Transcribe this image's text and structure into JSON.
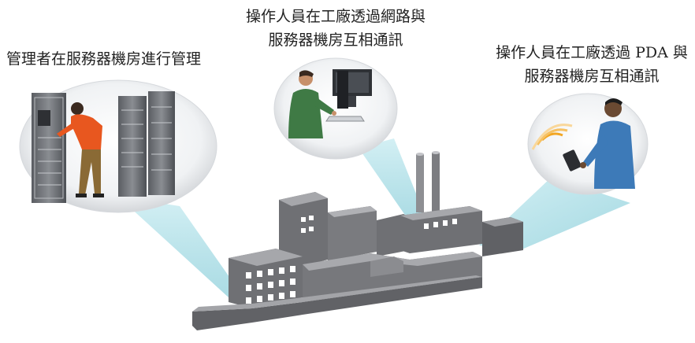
{
  "captions": {
    "left": [
      "管理者在服務器機房進行管理"
    ],
    "center": [
      "操作人員在工廠透過網路與",
      "服務器機房互相通訊"
    ],
    "right": [
      "操作人員在工廠透過 PDA 與",
      "服務器機房互相通訊"
    ]
  },
  "colors": {
    "beam": "#a8dbe3",
    "factory_front": "#6f7074",
    "factory_top": "#a6a7ab",
    "factory_side": "#55565a",
    "bubble_edge": "#cfd2d6"
  }
}
